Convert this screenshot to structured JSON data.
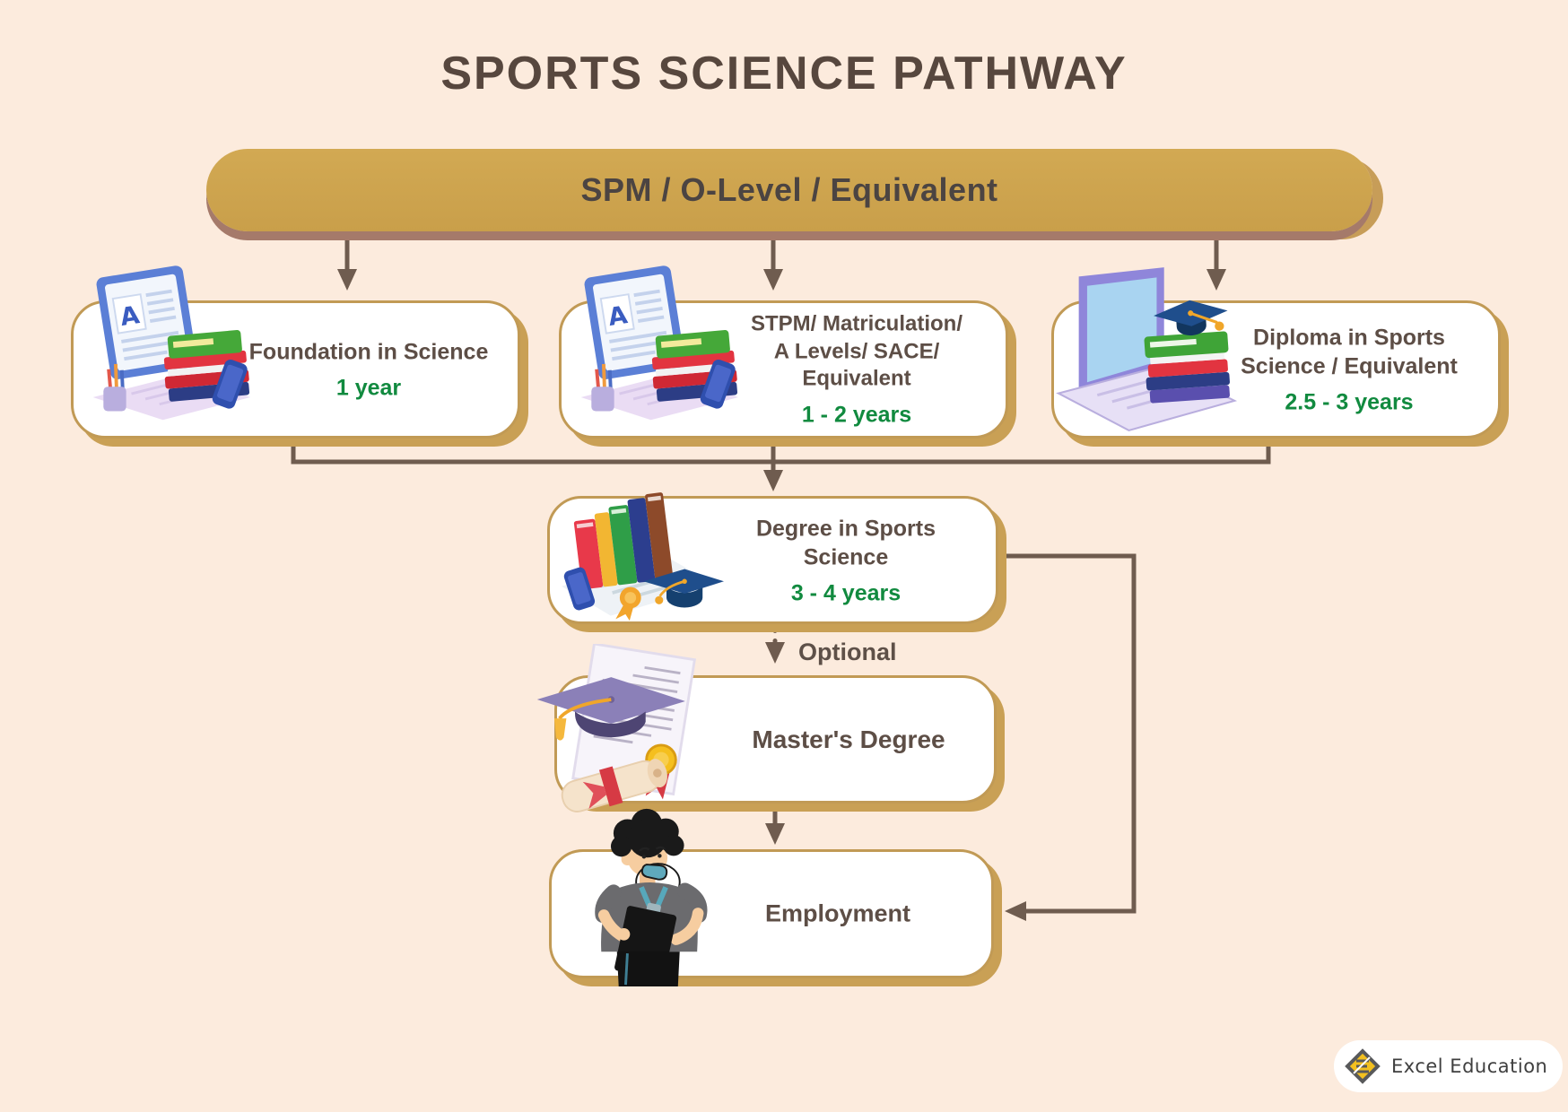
{
  "page": {
    "title": "SPORTS SCIENCE PATHWAY"
  },
  "banner": {
    "label": "SPM / O-Level / Equivalent"
  },
  "nodes": {
    "foundation": {
      "title": "Foundation in Science",
      "duration": "1 year"
    },
    "stpm": {
      "line1": "STPM/ Matriculation/",
      "line2": "A Levels/ SACE/ Equivalent",
      "duration": "1 - 2 years"
    },
    "diploma": {
      "line1": "Diploma in Sports",
      "line2": "Science / Equivalent",
      "duration": "2.5 - 3 years"
    },
    "degree": {
      "line1": "Degree in Sports",
      "line2": "Science",
      "duration": "3 - 4 years"
    },
    "master": {
      "title": "Master's Degree"
    },
    "employment": {
      "title": "Employment"
    }
  },
  "labels": {
    "optional": "Optional"
  },
  "logo": {
    "text": "Excel Education"
  },
  "colors": {
    "background": "#fcebdd",
    "banner_gold": "#cda24f",
    "box_border_gold": "#c19a55",
    "box_shadow_gold": "#c9a055",
    "heading_brown": "#5d4e46",
    "duration_green": "#118a3f",
    "arrow_brown": "#6f5c4f",
    "logo_yellow": "#f3c01f"
  }
}
